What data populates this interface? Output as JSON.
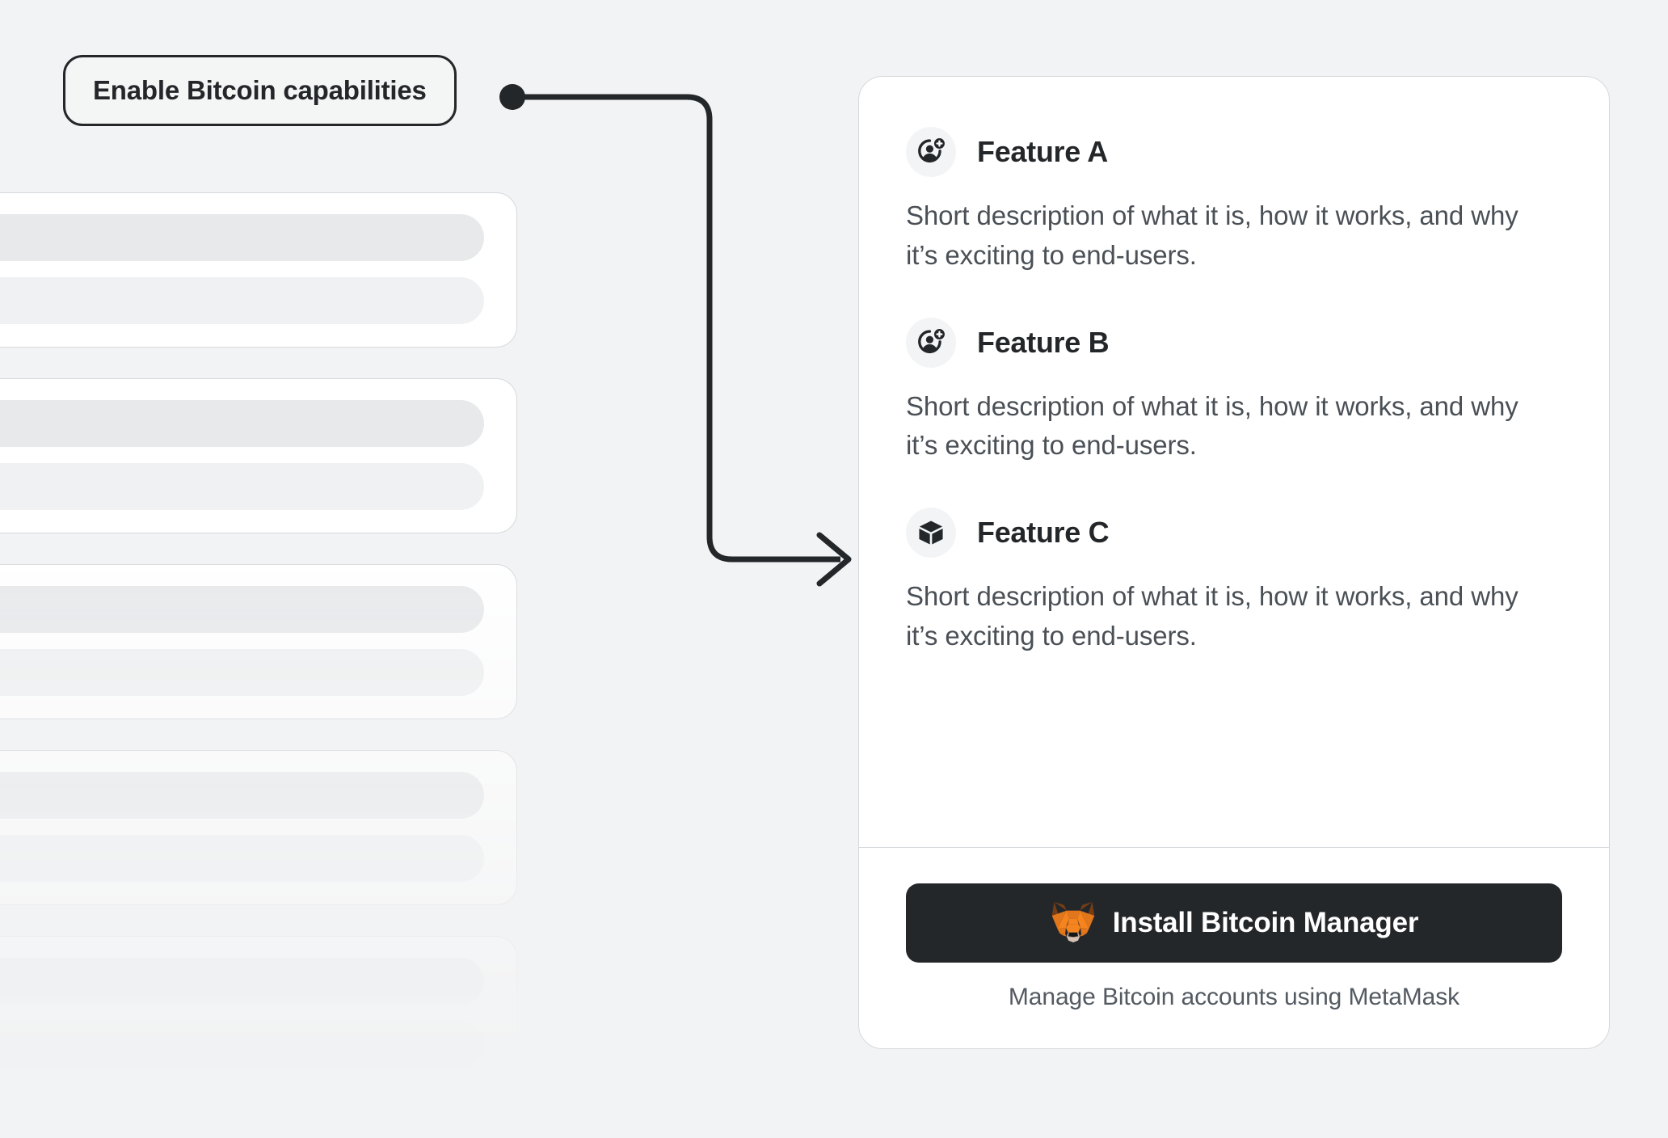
{
  "theme": {
    "page_background": "#F2F3F4",
    "card_background": "#FFFFFF",
    "card_border": "#D6D9DC",
    "heading_color": "#24272A",
    "body_text_color": "#4A5056",
    "button_background": "#24272A",
    "button_text_color": "#FFFFFF",
    "connector_color": "#24272A",
    "icon_badge_background": "#F2F4F6",
    "skeleton_bar_primary": "#E7E9EB",
    "skeleton_bar_secondary": "#EFF1F2",
    "fox_orange": "#E2761B",
    "fox_light_orange": "#F5841F",
    "fox_dark_brown": "#763D16",
    "fox_cream": "#C0AD9E"
  },
  "callout": {
    "label": "Enable Bitcoin capabilities",
    "connector": {
      "start_dot": "filled-dot",
      "end_marker": "arrowhead",
      "direction": "right-down-right"
    }
  },
  "background_panel": {
    "description": "Placeholder skeleton account cards fading toward the bottom",
    "card_count": 5,
    "bars_per_card": 2
  },
  "promo_card": {
    "features": [
      {
        "icon": "add-account-icon",
        "title": "Feature A",
        "description": "Short description of what it is, how it works, and why it’s exciting to end-users."
      },
      {
        "icon": "add-account-icon",
        "title": "Feature B",
        "description": "Short description of what it is, how it works, and why it’s exciting to end-users."
      },
      {
        "icon": "cube-icon",
        "title": "Feature C",
        "description": "Short description of what it is, how it works, and why it’s exciting to end-users."
      }
    ],
    "footer": {
      "install_button": {
        "icon": "metamask-fox-icon",
        "label": "Install Bitcoin Manager"
      },
      "caption": "Manage Bitcoin accounts using MetaMask"
    }
  }
}
